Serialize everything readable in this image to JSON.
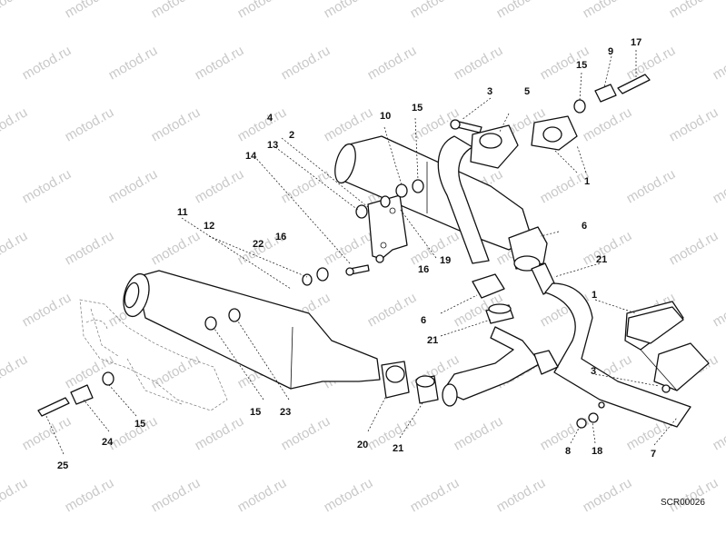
{
  "watermark": {
    "text": "motod.ru"
  },
  "drawing_code": "SCR00026",
  "callouts": [
    {
      "id": "c1a",
      "label": "1"
    },
    {
      "id": "c1b",
      "label": "1"
    },
    {
      "id": "c2",
      "label": "2"
    },
    {
      "id": "c3a",
      "label": "3"
    },
    {
      "id": "c3b",
      "label": "3"
    },
    {
      "id": "c4",
      "label": "4"
    },
    {
      "id": "c5",
      "label": "5"
    },
    {
      "id": "c6a",
      "label": "6"
    },
    {
      "id": "c6b",
      "label": "6"
    },
    {
      "id": "c7",
      "label": "7"
    },
    {
      "id": "c8",
      "label": "8"
    },
    {
      "id": "c9",
      "label": "9"
    },
    {
      "id": "c10",
      "label": "10"
    },
    {
      "id": "c11",
      "label": "11"
    },
    {
      "id": "c12",
      "label": "12"
    },
    {
      "id": "c13",
      "label": "13"
    },
    {
      "id": "c14",
      "label": "14"
    },
    {
      "id": "c15a",
      "label": "15"
    },
    {
      "id": "c15b",
      "label": "15"
    },
    {
      "id": "c15c",
      "label": "15"
    },
    {
      "id": "c15d",
      "label": "15"
    },
    {
      "id": "c16a",
      "label": "16"
    },
    {
      "id": "c16b",
      "label": "16"
    },
    {
      "id": "c17",
      "label": "17"
    },
    {
      "id": "c18",
      "label": "18"
    },
    {
      "id": "c19",
      "label": "19"
    },
    {
      "id": "c20",
      "label": "20"
    },
    {
      "id": "c21a",
      "label": "21"
    },
    {
      "id": "c21b",
      "label": "21"
    },
    {
      "id": "c21c",
      "label": "21"
    },
    {
      "id": "c22",
      "label": "22"
    },
    {
      "id": "c23",
      "label": "23"
    },
    {
      "id": "c24",
      "label": "24"
    },
    {
      "id": "c25",
      "label": "25"
    }
  ]
}
